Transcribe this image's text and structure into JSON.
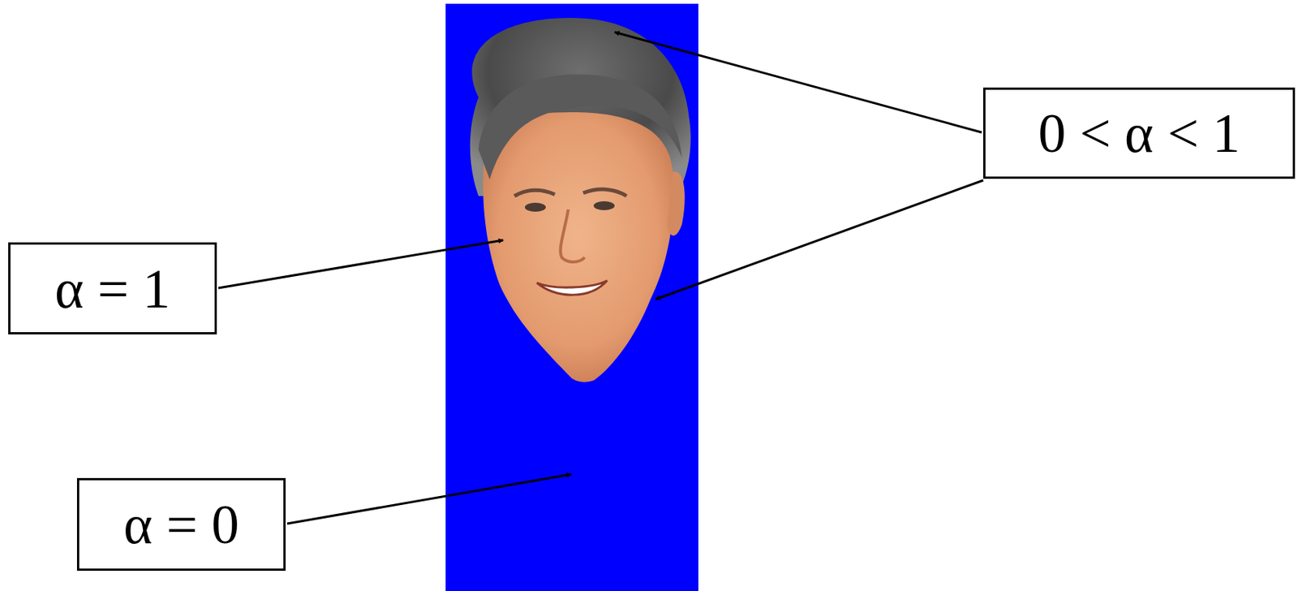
{
  "diagram": {
    "nodes": [
      {
        "text": [
          "0 < α < 1"
        ]
      },
      {
        "text": [
          "α = 1"
        ]
      },
      {
        "text": [
          "α = 0"
        ]
      }
    ]
  }
}
